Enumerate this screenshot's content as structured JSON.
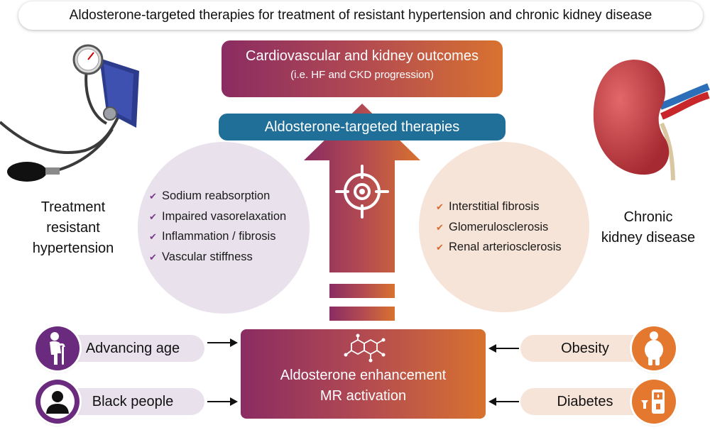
{
  "title": "Aldosterone-targeted therapies for treatment of resistant hypertension and chronic kidney disease",
  "outcomes": {
    "title": "Cardiovascular and kidney outcomes",
    "subtitle": "(i.e. HF and CKD progression)"
  },
  "therapies_label": "Aldosterone-targeted therapies",
  "left_condition": {
    "line1": "Treatment",
    "line2": "resistant",
    "line3": "hypertension",
    "items": [
      "Sodium reabsorption",
      "Impaired vasorelaxation",
      "Inflammation / fibrosis",
      "Vascular stiffness"
    ]
  },
  "right_condition": {
    "line1": "Chronic",
    "line2": "kidney disease",
    "items": [
      "Interstitial fibrosis",
      "Glomerulosclerosis",
      "Renal arteriosclerosis"
    ]
  },
  "center": {
    "line1": "Aldosterone enhancement",
    "line2": "MR activation"
  },
  "factors_left": [
    "Advancing age",
    "Black people"
  ],
  "factors_right": [
    "Obesity",
    "Diabetes"
  ],
  "icons": {
    "blood_pressure": "blood-pressure-cuff-icon",
    "kidney": "kidney-icon",
    "target": "target-icon",
    "molecule": "molecule-icon",
    "age": "elderly-person-icon",
    "person": "person-icon",
    "obesity": "obese-person-icon",
    "diabetes": "glucose-meter-icon"
  },
  "colors": {
    "gradient_start": "#8a2c62",
    "gradient_end": "#d8722f",
    "therapy_blue": "#1f6f98",
    "purple": "#6a2a7e",
    "orange": "#e4782f",
    "left_tint": "#e9e2ed",
    "right_tint": "#f7e4d8"
  }
}
